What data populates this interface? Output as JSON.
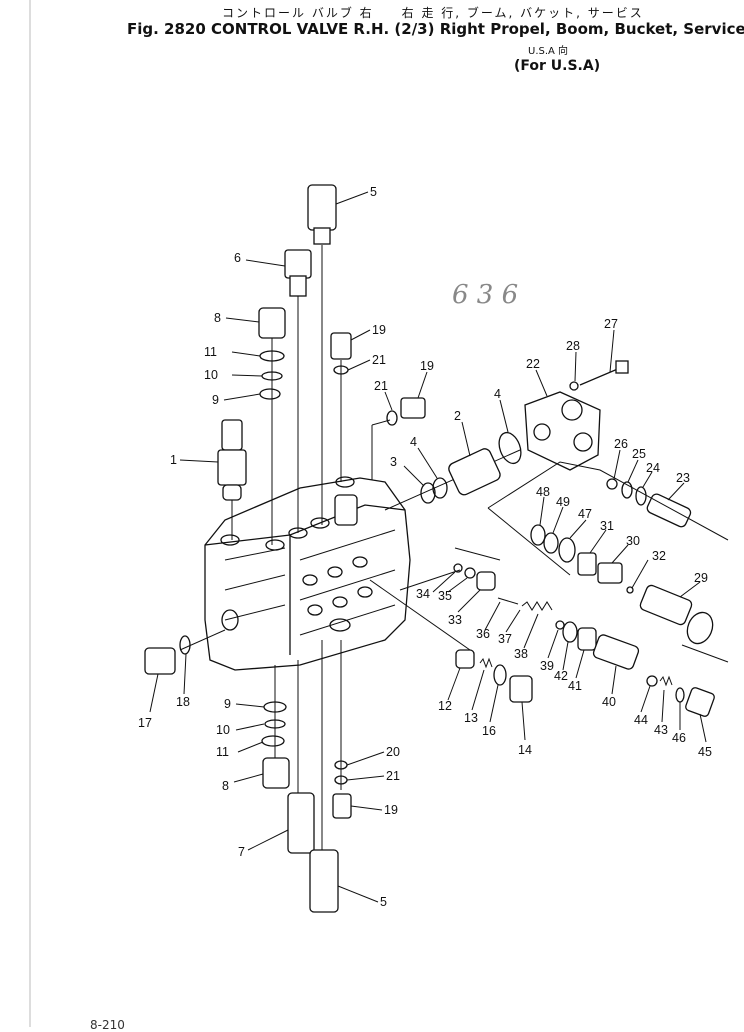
{
  "header": {
    "title_jp": "コントロール バルブ 右　　右 走 行, ブーム, バケット, サービス",
    "figure_title": "Fig. 2820  CONTROL VALVE R.H. (2/3) Right Propel, Boom, Bucket, Service",
    "region_jp": "U.S.A 向",
    "region": "(For U.S.A)"
  },
  "handwritten_note": "6 3 6",
  "page_number": "8-210",
  "callouts": [
    "1",
    "2",
    "3",
    "4",
    "4",
    "5",
    "5",
    "6",
    "7",
    "8",
    "8",
    "9",
    "9",
    "10",
    "10",
    "11",
    "11",
    "12",
    "13",
    "14",
    "16",
    "17",
    "18",
    "19",
    "19",
    "19",
    "20",
    "21",
    "21",
    "21",
    "22",
    "23",
    "24",
    "25",
    "26",
    "27",
    "28",
    "29",
    "30",
    "31",
    "32",
    "33",
    "34",
    "35",
    "36",
    "37",
    "38",
    "39",
    "40",
    "41",
    "42",
    "43",
    "44",
    "45",
    "46",
    "47",
    "48",
    "49"
  ]
}
